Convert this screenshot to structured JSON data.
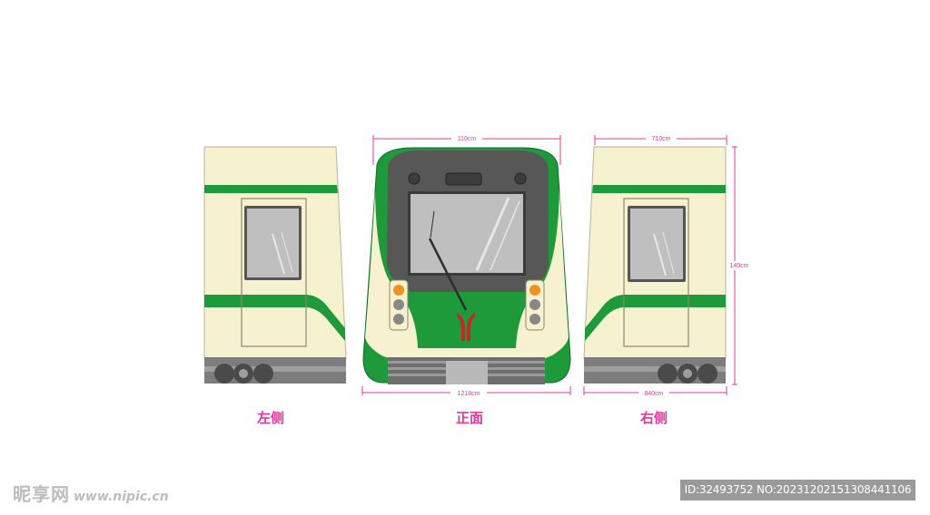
{
  "labels": {
    "left": "左侧",
    "front": "正面",
    "right": "右侧"
  },
  "dimensions": {
    "front_top": "110cm",
    "front_bottom": "1218cm",
    "right_top": "710cm",
    "right_bottom": "840cm",
    "right_height": "140cm"
  },
  "watermark": {
    "brand": "昵享网",
    "url": "www.nipic.cn"
  },
  "image_id": "ID:32493752 NO:20231202151308441106",
  "colors": {
    "body_cream": "#f6f1cf",
    "stripe_green": "#1f9a3b",
    "front_dark": "#555555",
    "glass": "#bfbfbf",
    "logo_red": "#c9262c",
    "lamp_orange": "#f0921e",
    "dimension_pink": "#e0399a"
  }
}
